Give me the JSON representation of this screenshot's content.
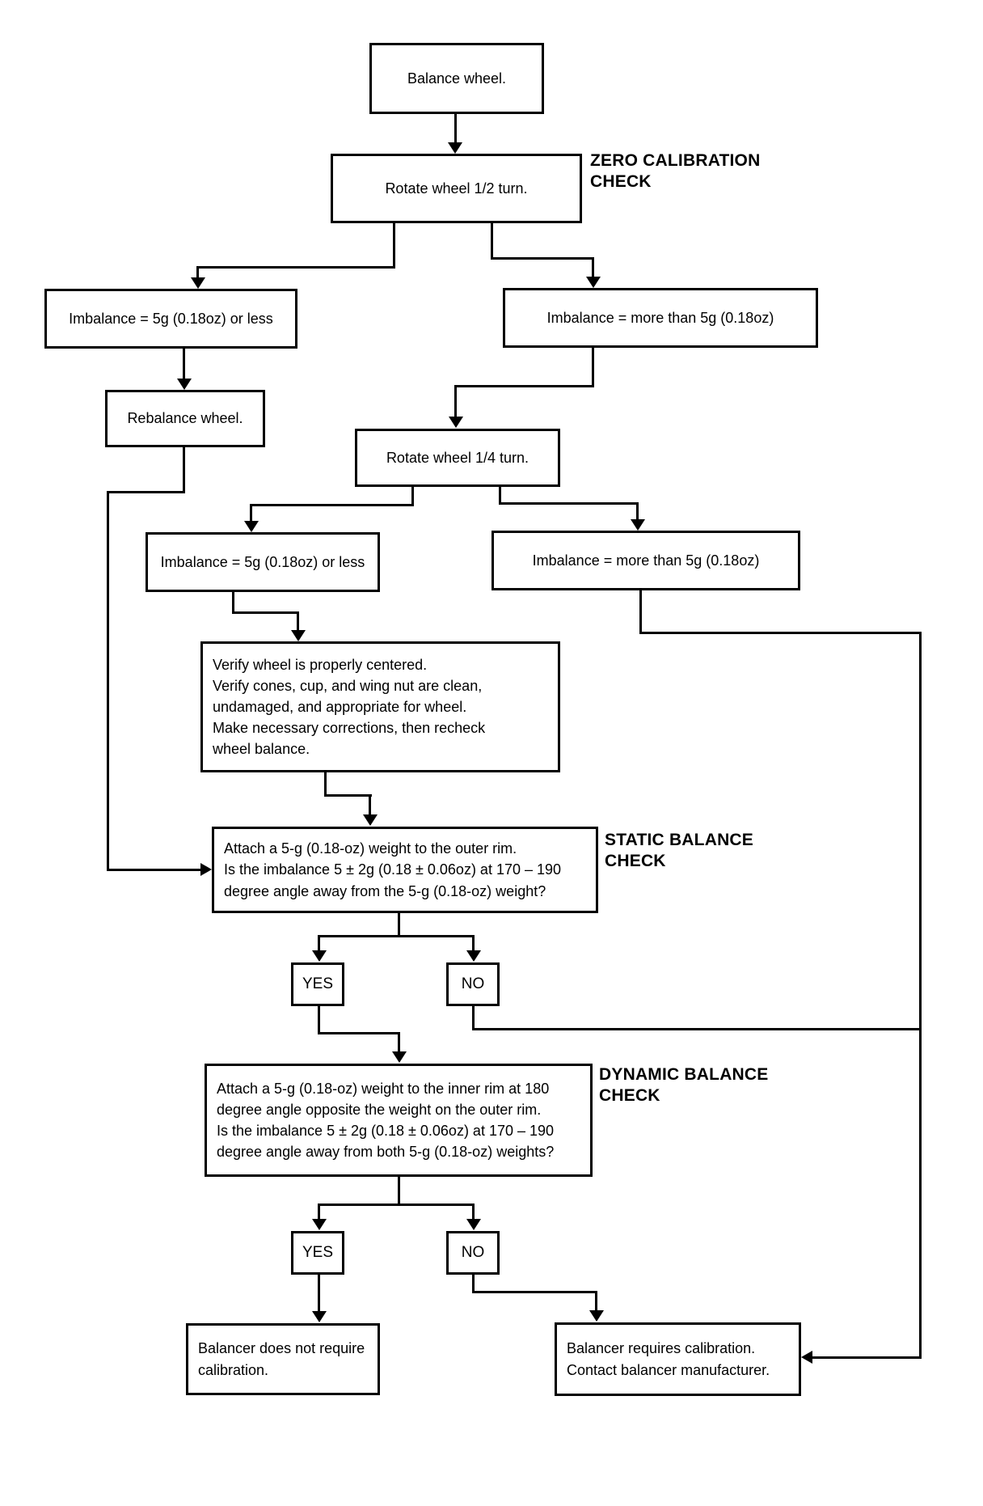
{
  "diagram": {
    "colors": {
      "line": "#000000",
      "background": "#ffffff",
      "text": "#000000"
    },
    "section_labels": {
      "zero": "ZERO CALIBRATION\nCHECK",
      "static": "STATIC BALANCE\nCHECK",
      "dynamic": "DYNAMIC BALANCE\nCHECK"
    },
    "nodes": {
      "balance_wheel": "Balance wheel.",
      "rotate_half": "Rotate wheel 1/2 turn.",
      "imbalance_less_1": "Imbalance = 5g (0.18oz) or less",
      "imbalance_more_1": "Imbalance = more than 5g (0.18oz)",
      "rebalance": "Rebalance wheel.",
      "rotate_quarter": "Rotate wheel 1/4 turn.",
      "imbalance_less_2": "Imbalance = 5g (0.18oz) or less",
      "imbalance_more_2": "Imbalance = more than 5g (0.18oz)",
      "verify": "Verify wheel is properly centered.\nVerify cones, cup, and wing nut are clean,\nundamaged, and appropriate for wheel.\nMake necessary corrections, then recheck\nwheel balance.",
      "static_check": "Attach a 5-g (0.18-oz) weight to the outer rim.\nIs the imbalance 5 ± 2g (0.18 ± 0.06oz) at 170 – 190\ndegree angle away from the 5-g (0.18-oz) weight?",
      "yes_static": "YES",
      "no_static": "NO",
      "dynamic_check": "Attach a 5-g (0.18-oz) weight to the inner rim at 180\ndegree angle opposite the weight on the outer rim.\nIs the imbalance 5 ± 2g (0.18 ± 0.06oz) at 170 – 190\ndegree angle away from both 5-g (0.18-oz) weights?",
      "yes_dynamic": "YES",
      "no_dynamic": "NO",
      "no_calibration": "Balancer does not require\ncalibration.",
      "requires_calibration": "Balancer requires calibration.\nContact balancer manufacturer."
    }
  }
}
